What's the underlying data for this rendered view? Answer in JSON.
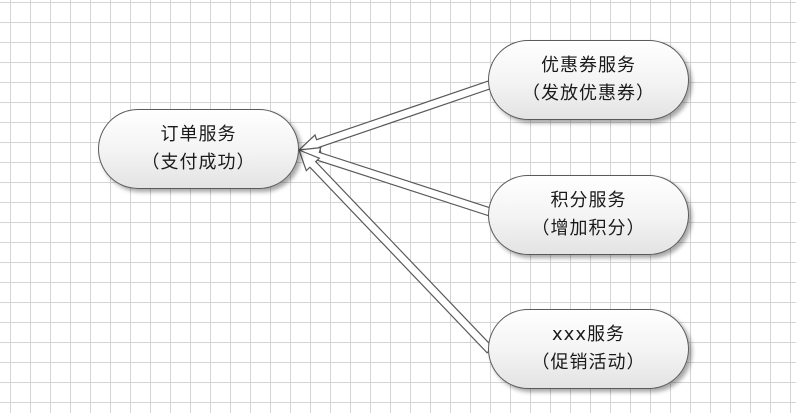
{
  "nodes": {
    "order": {
      "title": "订单服务",
      "subtitle": "（支付成功）"
    },
    "coupon": {
      "title": "优惠券服务",
      "subtitle": "（发放优惠券）"
    },
    "points": {
      "title": "积分服务",
      "subtitle": "（增加积分）"
    },
    "promo": {
      "title": "xxx服务",
      "subtitle": "（促销活动）"
    }
  },
  "edges": [
    {
      "from": "coupon",
      "to": "order"
    },
    {
      "from": "points",
      "to": "order"
    },
    {
      "from": "promo",
      "to": "order"
    }
  ],
  "colors": {
    "grid": "#d4d4d4",
    "node_border": "#5a5a5a",
    "arrow_stroke": "#5a5a5a",
    "arrow_fill": "#ffffff"
  }
}
